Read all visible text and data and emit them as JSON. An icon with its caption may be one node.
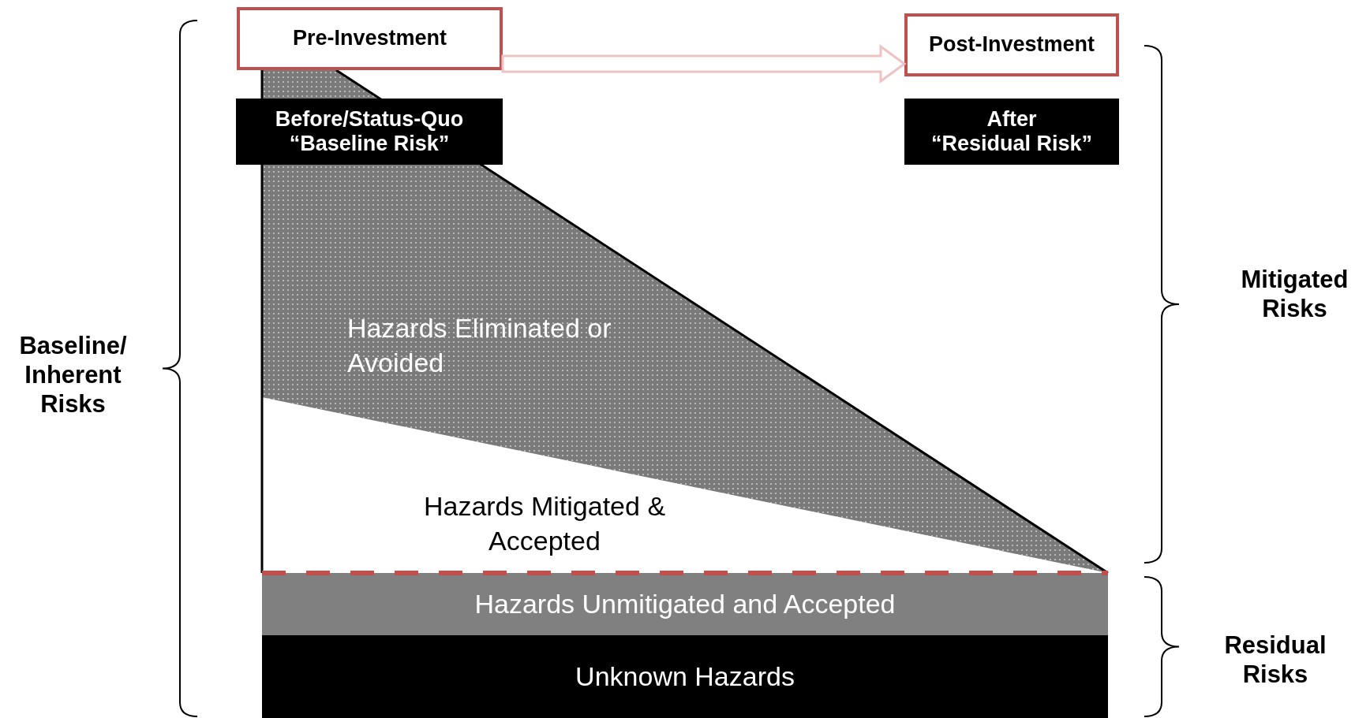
{
  "diagram": {
    "nodes": [
      {
        "text": [
          "Pre-Investment"
        ]
      },
      {
        "text": [
          "Post-Investment"
        ]
      },
      {
        "text": [
          "Before/Status-Quo",
          "“Baseline Risk”"
        ]
      },
      {
        "text": [
          "After",
          "“Residual Risk”"
        ]
      },
      {
        "text": [
          "Hazards Eliminated or Avoided"
        ]
      },
      {
        "text": [
          "Hazards Mitigated & Accepted"
        ]
      },
      {
        "text": [
          "Hazards Unmitigated and Accepted"
        ]
      },
      {
        "text": [
          "Unknown Hazards"
        ]
      }
    ],
    "edges": [
      {
        "from": 0,
        "to": 1,
        "arrow": "to"
      }
    ],
    "labels": [
      "Baseline/ Inherent Risks",
      "Mitigated Risks",
      "Residual Risks"
    ]
  }
}
